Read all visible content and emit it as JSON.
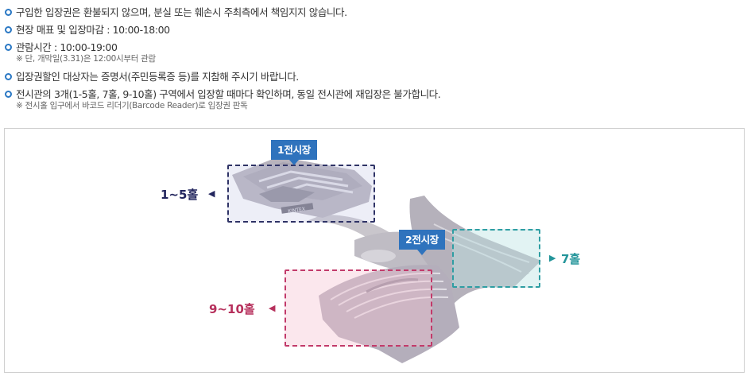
{
  "notices": [
    {
      "text": "구입한 입장권은 환불되지 않으며, 분실 또는 훼손시 주최측에서 책임지지 않습니다.",
      "sub": ""
    },
    {
      "text": "현장 매표 및 입장마감 : 10:00-18:00",
      "sub": ""
    },
    {
      "text": "관람시간 : 10:00-19:00",
      "sub": "※ 단, 개막일(3.31)은 12:00시부터 관람"
    },
    {
      "text": "입장권할인 대상자는 증명서(주민등록증 등)를 지참해 주시기 바랍니다.",
      "sub": ""
    },
    {
      "text": "전시관의 3개(1-5홀, 7홀, 9-10홀) 구역에서 입장할 때마다 확인하며, 동일 전시관에 재입장은 불가합니다.",
      "sub": "※ 전시홀 입구에서 바코드 리더기(Barcode Reader)로 입장권 판독"
    }
  ],
  "map": {
    "building_tags": {
      "hall1": "1전시장",
      "hall2": "2전시장"
    },
    "halls": {
      "h1_5": {
        "label": "1~5홀",
        "arrow": "◀",
        "color": "#23265e"
      },
      "h9_10": {
        "label": "9~10홀",
        "arrow": "◀",
        "color": "#b6305c"
      },
      "h7": {
        "label": "7홀",
        "arrow": "▶",
        "color": "#24959a"
      }
    },
    "building_sign": "KINTEX"
  }
}
